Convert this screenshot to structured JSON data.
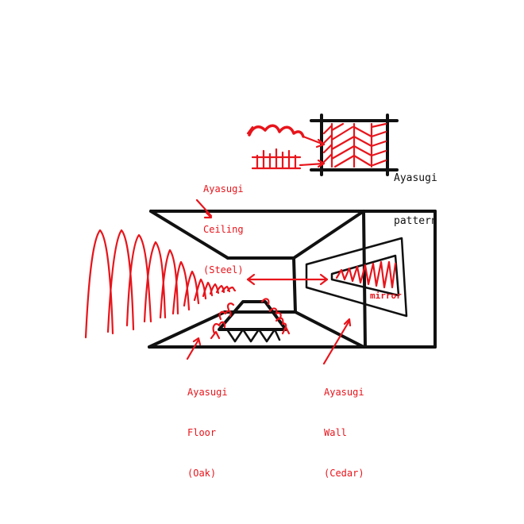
{
  "labels": {
    "ceiling": {
      "line1": "Ayasugi",
      "line2": "Ceiling",
      "line3": "(Steel)"
    },
    "floor": {
      "line1": "Ayasugi",
      "line2": "Floor",
      "line3": "(Oak)"
    },
    "wall": {
      "line1": "Ayasugi",
      "line2": "Wall",
      "line3": "(Cedar)"
    },
    "pattern": {
      "line1": "Ayasugi",
      "line2": "pattern"
    },
    "mirror": "mirror"
  },
  "colors": {
    "ink": "#111111",
    "accent": "#e8141b"
  }
}
